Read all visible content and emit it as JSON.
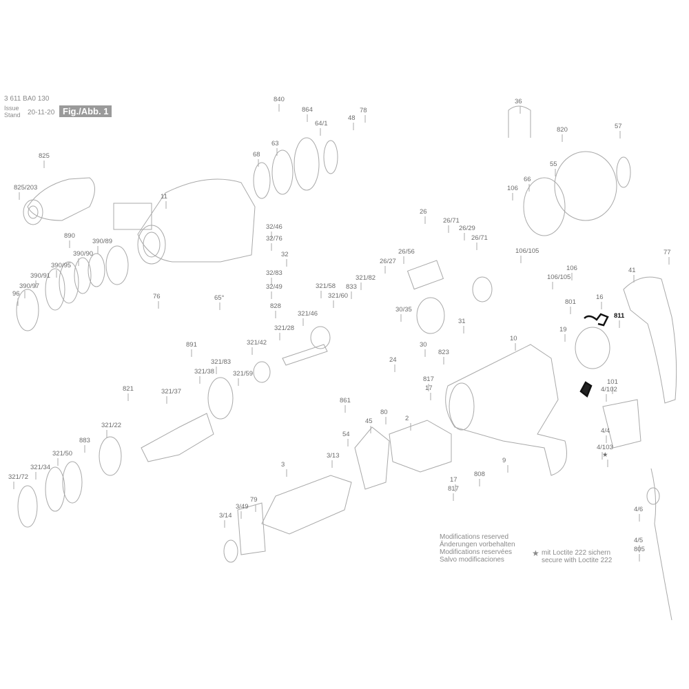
{
  "header": {
    "document_number": "3 611 BA0 130",
    "issue_label_1": "Issue",
    "issue_label_2": "Stand",
    "issue_date": "20-11-20",
    "figure": "Fig./Abb. 1"
  },
  "notes": {
    "modifications": [
      "Modifications reserved",
      "Änderungen vorbehalten",
      "Modifications reservées",
      "Salvo modificaciones"
    ],
    "loctite_symbol": "★",
    "loctite": [
      "mit Loctite 222 sichern",
      "secure with Loctite 222"
    ]
  },
  "part_labels": [
    "840",
    "864",
    "48",
    "78",
    "64/1",
    "68",
    "63",
    "36",
    "820",
    "57",
    "55",
    "66",
    "106",
    "825",
    "825/203",
    "11",
    "26",
    "26/71",
    "26/29",
    "26/71",
    "26/56",
    "26/27",
    "106/105",
    "106",
    "106/105",
    "77",
    "41",
    "890",
    "390/89",
    "390/90",
    "390/95",
    "390/91",
    "390/97",
    "96",
    "32/46",
    "32/76",
    "32",
    "32/83",
    "32/49",
    "76",
    "65°",
    "828",
    "833",
    "321/82",
    "321/58",
    "321/60",
    "321/46",
    "30/35",
    "31",
    "30",
    "823",
    "24",
    "801",
    "16",
    "811",
    "19",
    "10",
    "321/42",
    "321/28",
    "891",
    "321/83",
    "321/38",
    "821",
    "321/37",
    "321/59",
    "861",
    "817",
    "17",
    "101",
    "4/102",
    "2",
    "80",
    "45",
    "321/22",
    "883",
    "54",
    "4/4",
    "4/103",
    "★",
    "321/50",
    "321/34",
    "3/13",
    "3",
    "321/72",
    "808",
    "9",
    "17",
    "817",
    "79",
    "3/49",
    "3/14",
    "4/6",
    "4/5",
    "805"
  ],
  "highlighted_part": "811",
  "colors": {
    "line": "#9a9a9a",
    "label": "#6b6b6b",
    "highlight": "#111111"
  }
}
